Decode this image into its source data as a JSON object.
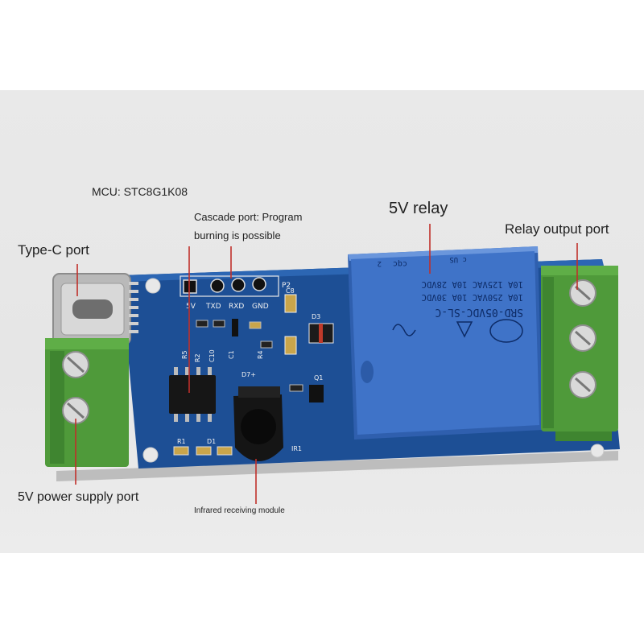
{
  "labels": {
    "mcu": "MCU: STC8G1K08",
    "cascade_line1": "Cascade port: Program",
    "cascade_line2": "burning is possible",
    "relay": "5V relay",
    "relay_output": "Relay output port",
    "type_c": "Type-C port",
    "power": "5V power supply port",
    "infrared": "Infrared receiving module"
  },
  "board": {
    "header_pins": [
      "5V",
      "TXD",
      "RXD",
      "GND"
    ],
    "header_ref": "P2",
    "component_refs": [
      "C8",
      "D3",
      "R5",
      "R2",
      "C10",
      "C1",
      "R4",
      "D7+",
      "Q1",
      "R1",
      "D1",
      "IR1"
    ],
    "relay_model": "SRD-05VDC-SL-C",
    "relay_ratings": [
      "10A 250VAC  10A 30VDC",
      "10A 125VAC  10A 28VDC"
    ],
    "relay_cert": "cqc",
    "relay_ul": "c US",
    "relay_num": "2"
  },
  "colors": {
    "pcb": "#1d4f95",
    "relay_case": "#3f73c8",
    "terminal": "#4f9a3a",
    "leader": "#c0302a"
  }
}
